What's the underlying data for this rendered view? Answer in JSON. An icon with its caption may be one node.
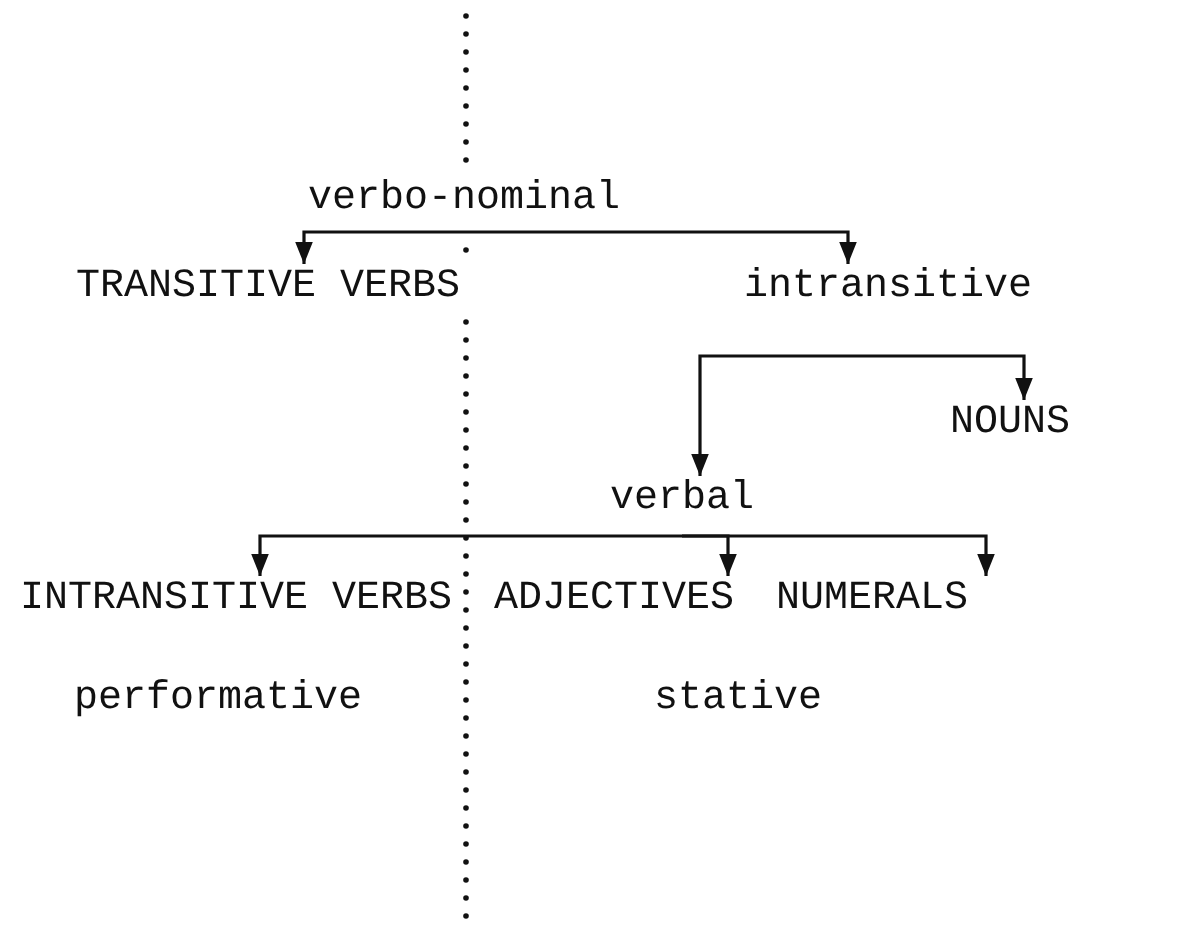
{
  "diagram": {
    "nodes": [
      {
        "text": [
          "verbo-nominal"
        ]
      },
      {
        "text": [
          "TRANSITIVE VERBS"
        ]
      },
      {
        "text": [
          "intransitive"
        ]
      },
      {
        "text": [
          "NOUNS"
        ]
      },
      {
        "text": [
          "verbal"
        ]
      },
      {
        "text": [
          "INTRANSITIVE VERBS"
        ]
      },
      {
        "text": [
          "ADJECTIVES"
        ]
      },
      {
        "text": [
          "NUMERALS"
        ]
      }
    ],
    "edges": [
      {
        "from": 0,
        "to": 1,
        "arrow": "to"
      },
      {
        "from": 0,
        "to": 2,
        "arrow": "to"
      },
      {
        "from": 2,
        "to": 4,
        "arrow": "to"
      },
      {
        "from": 2,
        "to": 3,
        "arrow": "to"
      },
      {
        "from": 4,
        "to": 5,
        "arrow": "to"
      },
      {
        "from": 4,
        "to": 6,
        "arrow": "to"
      },
      {
        "from": 4,
        "to": 7,
        "arrow": "to"
      }
    ],
    "labels": [
      "performative",
      "stative"
    ]
  }
}
